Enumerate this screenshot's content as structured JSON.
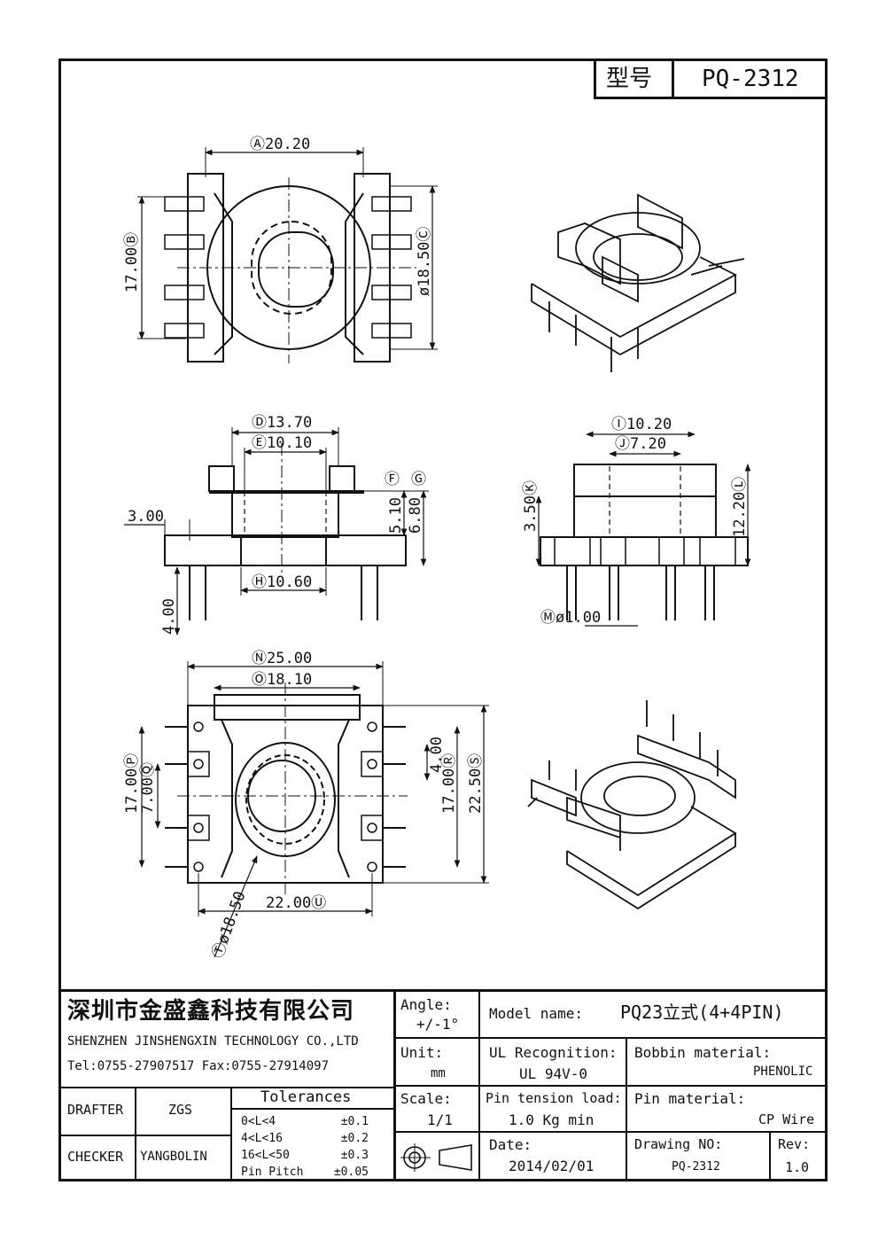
{
  "model_box": {
    "label": "型号",
    "value": "PQ-2312"
  },
  "views": {
    "top": {
      "A": "Ⓐ20.20",
      "B": "17.00Ⓑ",
      "C": "ø18.50Ⓒ"
    },
    "front": {
      "D": "Ⓓ13.70",
      "E": "Ⓔ10.10",
      "F": "Ⓕ",
      "G": "Ⓖ",
      "FG_val1": "5.10",
      "FG_val2": "6.80",
      "left_w": "3.00",
      "H": "Ⓗ10.60",
      "pin_len": "4.00"
    },
    "side": {
      "I": "Ⓘ10.20",
      "J": "Ⓙ7.20",
      "K": "3.50Ⓚ",
      "L": "12.20Ⓛ",
      "M": "Ⓜø1.00"
    },
    "bottom": {
      "N": "Ⓝ25.00",
      "O": "Ⓞ18.10",
      "P": "17.00Ⓟ",
      "Q": "7.00Ⓠ",
      "four": "4.00",
      "R": "17.00Ⓡ",
      "S": "22.50Ⓢ",
      "U": "22.00Ⓤ",
      "T": "Ⓣø18.50"
    }
  },
  "title_block": {
    "company_cn": "深圳市金盛鑫科技有限公司",
    "company_en": "SHENZHEN JINSHENGXIN TECHNOLOGY CO.,LTD",
    "contact": "Tel:0755-27907517   Fax:0755-27914097",
    "angle_label": "Angle:",
    "angle_value": "+/-1°",
    "unit_label": "Unit:",
    "unit_value": "mm",
    "scale_label": "Scale:",
    "scale_value": "1/1",
    "model_name_label": "Model name:",
    "model_name_value": "PQ23立式(4+4PIN)",
    "ul_label": "UL Recognition:",
    "ul_value": "UL 94V-0",
    "bobbin_label": "Bobbin material:",
    "bobbin_value": "PHENOLIC",
    "pin_tension_label": "Pin tension load:",
    "pin_tension_value": "1.0 Kg min",
    "pin_material_label": "Pin material:",
    "pin_material_value": "CP Wire",
    "date_label": "Date:",
    "date_value": "2014/02/01",
    "drawing_no_label": "Drawing NO:",
    "drawing_no_value": "PQ-2312",
    "rev_label": "Rev:",
    "rev_value": "1.0",
    "drafter_label": "DRAFTER",
    "drafter_value": "ZGS",
    "checker_label": "CHECKER",
    "checker_value": "YANGBOLIN",
    "tolerances_title": "Tolerances",
    "tolerances": [
      {
        "range": "0<L<4",
        "value": "±0.1"
      },
      {
        "range": "4<L<16",
        "value": "±0.2"
      },
      {
        "range": "16<L<50",
        "value": "±0.3"
      },
      {
        "range": "Pin Pitch",
        "value": "±0.05"
      }
    ]
  }
}
